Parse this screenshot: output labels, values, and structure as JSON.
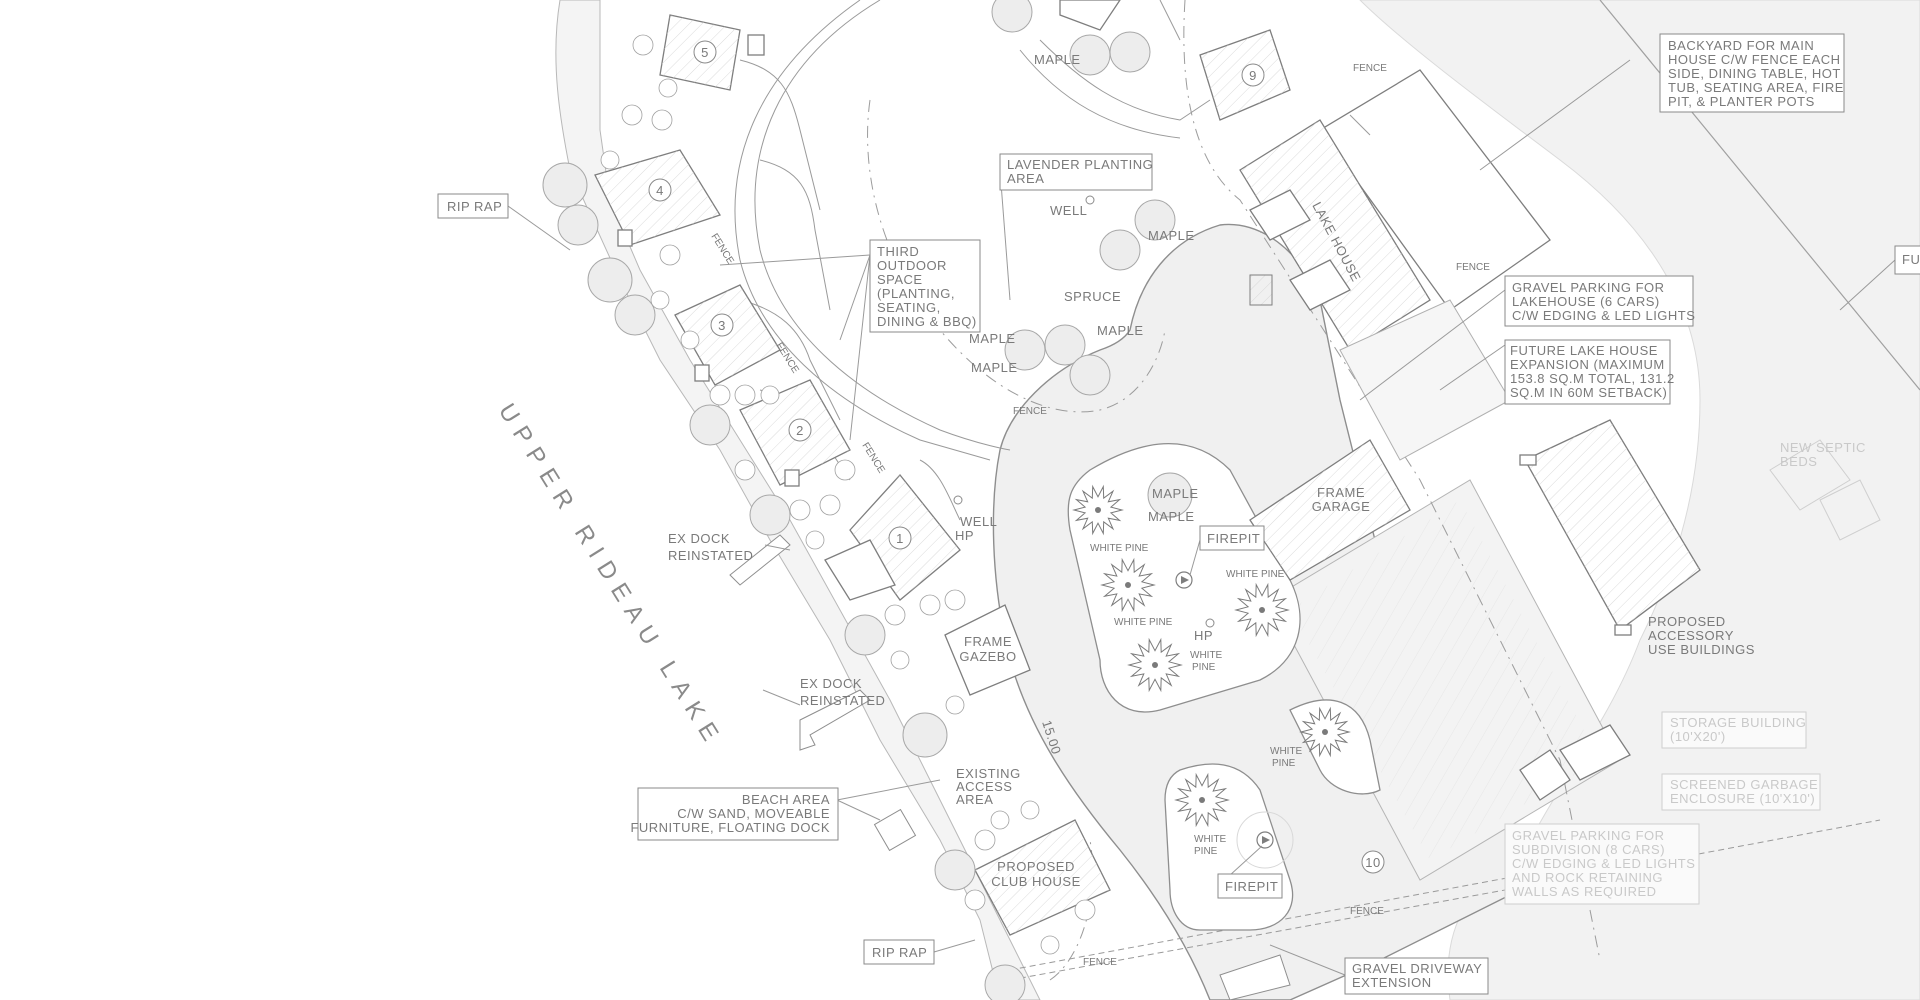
{
  "lake_name": "UPPER RIDEAU LAKE",
  "units": {
    "unit_1": "1",
    "unit_2": "2",
    "unit_3": "3",
    "unit_4": "4",
    "unit_5": "5",
    "unit_9": "9",
    "unit_10": "10"
  },
  "callouts": {
    "rip_rap_top": "RIP RAP",
    "rip_rap_bottom": "RIP RAP",
    "third_outdoor": [
      "THIRD",
      "OUTDOOR",
      "SPACE",
      "(PLANTING,",
      "SEATING,",
      "DINING & BBQ)"
    ],
    "lavender": [
      "LAVENDER PLANTING",
      "AREA"
    ],
    "backyard": [
      "BACKYARD FOR MAIN",
      "HOUSE C/W FENCE EACH",
      "SIDE, DINING TABLE, HOT",
      "TUB, SEATING AREA, FIRE",
      "PIT, & PLANTER POTS"
    ],
    "gravel_lakehouse": [
      "GRAVEL PARKING FOR",
      "LAKEHOUSE (6 CARS)",
      "C/W EDGING & LED LIGHTS"
    ],
    "future_expansion": [
      "FUTURE LAKE HOUSE",
      "EXPANSION (MAXIMUM",
      "153.8 SQ.M TOTAL, 131.2",
      "SQ.M IN 60M SETBACK)"
    ],
    "firepit_upper": "FIREPIT",
    "firepit_lower": "FIREPIT",
    "beach": [
      "BEACH AREA",
      "C/W SAND, MOVEABLE",
      "FURNITURE, FLOATING DOCK"
    ],
    "gravel_driveway": [
      "GRAVEL DRIVEWAY",
      "EXTENSION"
    ],
    "future_right": "FU",
    "storage": [
      "STORAGE BUILDING",
      "(10'X20')"
    ],
    "screened_garbage": [
      "SCREENED GARBAGE",
      "ENCLOSURE (10'X10')"
    ],
    "gravel_parking_right": [
      "GRAVEL PARKING FOR",
      "SUBDIVISION (8 CARS)",
      "C/W EDGING & LED LIGHTS",
      "AND ROCK RETAINING",
      "WALLS AS REQUIRED"
    ]
  },
  "labels": {
    "ex_dock_1": [
      "EX DOCK",
      "REINSTATED"
    ],
    "ex_dock_2": [
      "EX DOCK",
      "REINSTATED"
    ],
    "existing_access": [
      "EXISTING",
      "ACCESS",
      "AREA"
    ],
    "frame_gazebo": [
      "FRAME",
      "GAZEBO"
    ],
    "club_house": [
      "PROPOSED",
      "CLUB HOUSE"
    ],
    "lake_house": "LAKE HOUSE",
    "frame_garage": [
      "FRAME",
      "GARAGE"
    ],
    "accessory": [
      "PROPOSED",
      "ACCESSORY",
      "USE BUILDINGS"
    ],
    "well_1": "WELL",
    "well_2": "WELL",
    "hp_1": "HP",
    "hp_2": "HP",
    "spruce": "SPRUCE",
    "maple": "MAPLE",
    "white_pine": "WHITE PINE",
    "white": "WHITE",
    "pine": "PINE",
    "fence": "FENCE",
    "dim_15": "15.00",
    "septic_right": [
      "NEW SEPTIC",
      "BEDS"
    ]
  }
}
